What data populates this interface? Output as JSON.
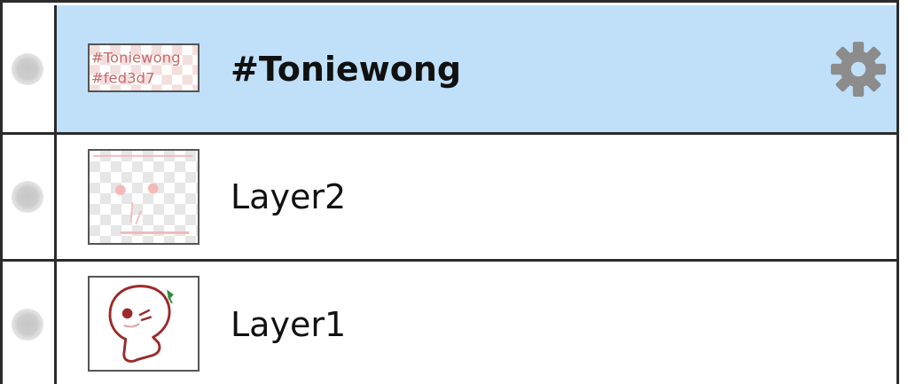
{
  "layers": [
    {
      "name": "#Toniewong",
      "selected": true,
      "thumbnail_text": [
        "#Toniewong",
        "#fed3d7"
      ]
    },
    {
      "name": "Layer2",
      "selected": false
    },
    {
      "name": "Layer1",
      "selected": false
    }
  ],
  "colors": {
    "selected_row": "#bfe0f8",
    "border": "#2b2b2b",
    "gear": "#8c8c8c",
    "visibility_dot": "#cccccc",
    "thumb_text": "#c96a6a",
    "sketch_line": "#9b2a2a",
    "leaf": "#2e8b3a"
  },
  "icons": {
    "settings": "gear-icon",
    "visibility": "visibility-toggle-icon"
  }
}
